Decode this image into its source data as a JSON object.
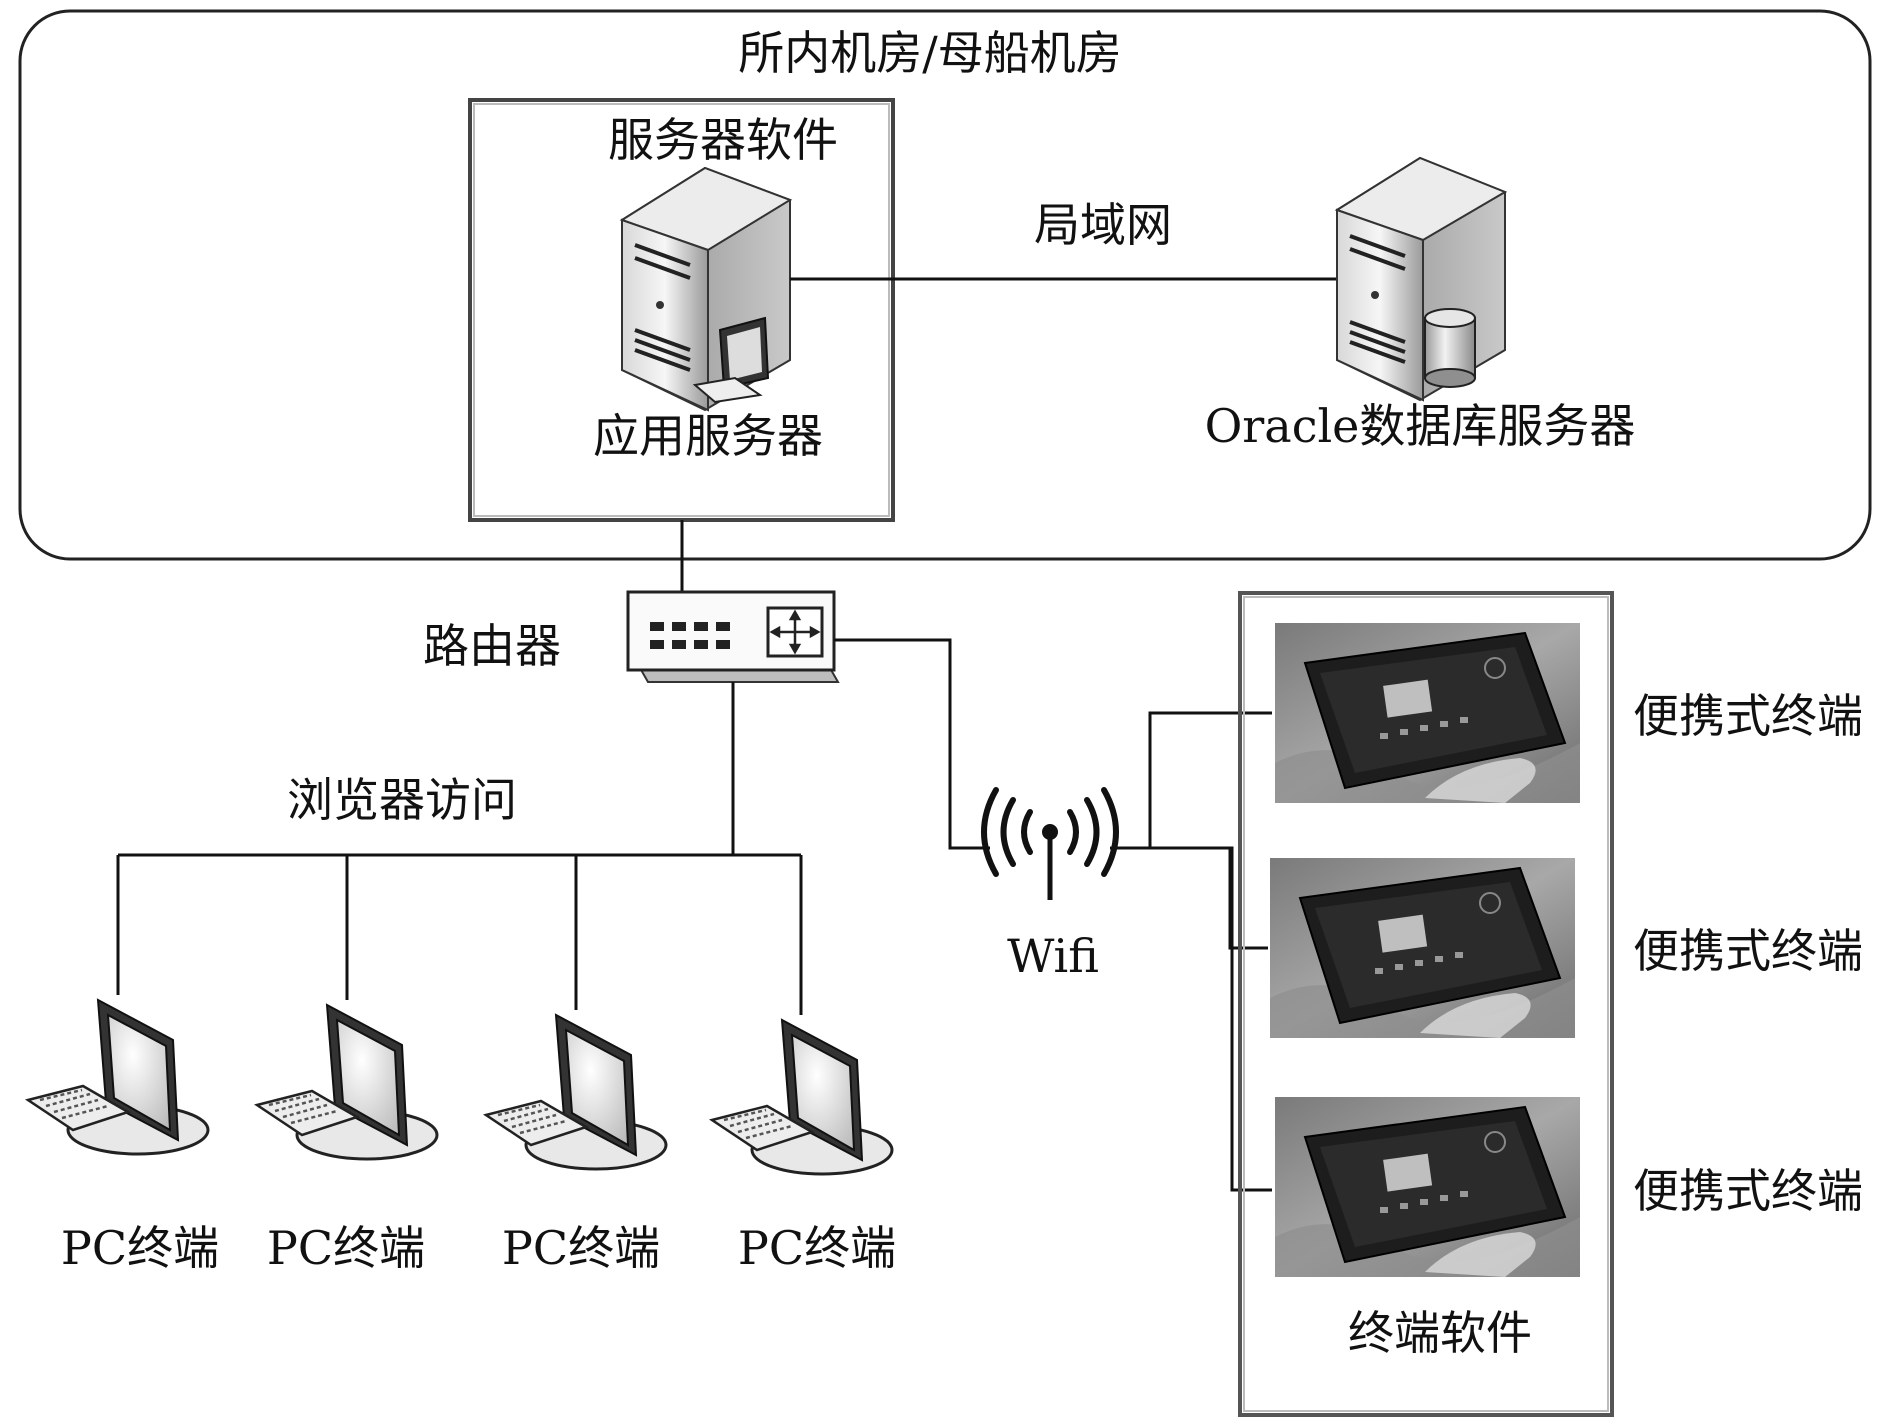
{
  "server_room": {
    "title": "所内机房/母船机房"
  },
  "server_software": {
    "title": "服务器软件",
    "app_server_label": "应用服务器"
  },
  "lan": {
    "label": "局域网"
  },
  "db_server": {
    "label": "Oracle数据库服务器"
  },
  "router": {
    "label": "路由器"
  },
  "browser_access": {
    "label": "浏览器访问"
  },
  "wifi": {
    "label": "Wifi"
  },
  "pc_terminals": [
    {
      "label": "PC终端"
    },
    {
      "label": "PC终端"
    },
    {
      "label": "PC终端"
    },
    {
      "label": "PC终端"
    }
  ],
  "portable_terminals": [
    {
      "label": "便携式终端"
    },
    {
      "label": "便携式终端"
    },
    {
      "label": "便携式终端"
    }
  ],
  "terminal_software": {
    "title": "终端软件"
  },
  "icons": {
    "app_server": "server-tower-with-pc-icon",
    "db_server": "server-tower-with-database-icon",
    "router": "router-switch-icon",
    "wifi": "wifi-antenna-icon",
    "pc": "desktop-pc-icon",
    "tablet": "tablet-in-hand-icon"
  }
}
